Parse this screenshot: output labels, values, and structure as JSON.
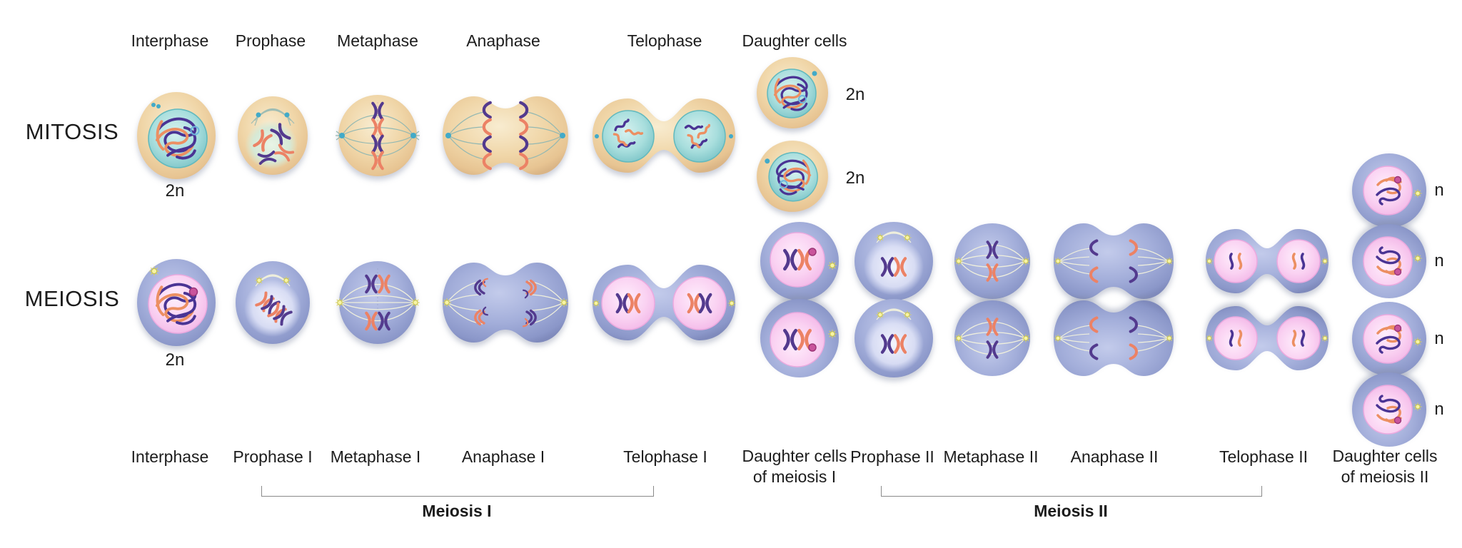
{
  "colors": {
    "background": "#ffffff",
    "mitosis_cell": "#f0d6a8",
    "mitosis_nucleus": "#a8dedd",
    "meiosis_cell": "#a3aeda",
    "meiosis_nucleus": "#fad2f2",
    "chromosome_purple": "#533a8e",
    "chromosome_orange": "#ec8265",
    "centrosome_teal": "#42aac8",
    "centrosome_yellow": "#f7f4a4",
    "nucleolus_magenta": "#c9549c",
    "text": "#1c1c1c",
    "bracket": "#8a8a8a"
  },
  "mitosis": {
    "row_label": "MITOSIS",
    "parent_ploidy": "2n",
    "phases": [
      "Interphase",
      "Prophase",
      "Metaphase",
      "Anaphase",
      "Telophase",
      "Daughter cells"
    ],
    "daughters": [
      {
        "ploidy": "2n"
      },
      {
        "ploidy": "2n"
      }
    ]
  },
  "meiosis": {
    "row_label": "MEIOSIS",
    "parent_ploidy": "2n",
    "phases_bottom": [
      "Interphase",
      "Prophase I",
      "Metaphase I",
      "Anaphase I",
      "Telophase I"
    ],
    "daughter_mi_label_line1": "Daughter cells",
    "daughter_mi_label_line2": "of meiosis I",
    "phases_meiosis2": [
      "Prophase II",
      "Metaphase II",
      "Anaphase II",
      "Telophase II"
    ],
    "daughter_mii_label_line1": "Daughter cells",
    "daughter_mii_label_line2": "of meiosis II",
    "daughters": [
      {
        "ploidy": "n"
      },
      {
        "ploidy": "n"
      },
      {
        "ploidy": "n"
      },
      {
        "ploidy": "n"
      }
    ],
    "sections": [
      {
        "label": "Meiosis I"
      },
      {
        "label": "Meiosis II"
      }
    ]
  }
}
